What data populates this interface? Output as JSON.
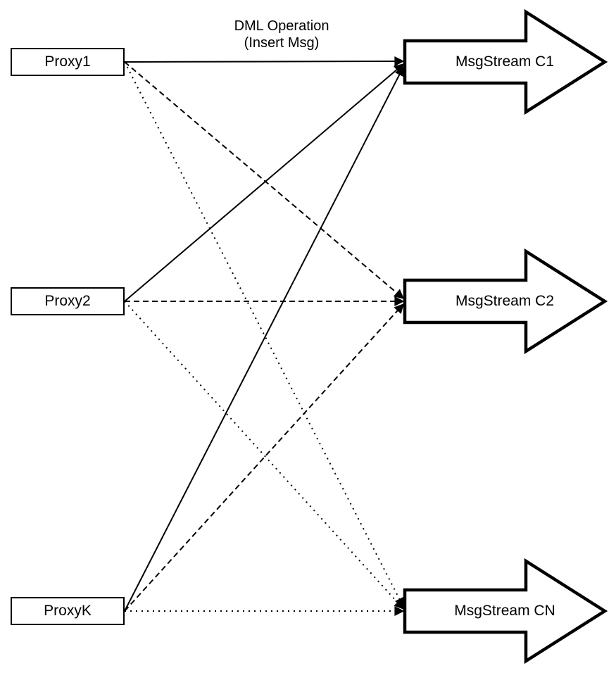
{
  "diagram": {
    "background": "#ffffff",
    "stroke_color": "#000000",
    "annotation": {
      "line1": "DML Operation",
      "line2": "(Insert Msg)"
    },
    "proxies": [
      {
        "id": "proxy1",
        "label": "Proxy1"
      },
      {
        "id": "proxy2",
        "label": "Proxy2"
      },
      {
        "id": "proxyk",
        "label": "ProxyK"
      }
    ],
    "streams": [
      {
        "id": "c1",
        "label": "MsgStream C1"
      },
      {
        "id": "c2",
        "label": "MsgStream C2"
      },
      {
        "id": "cn",
        "label": "MsgStream CN"
      }
    ],
    "connections": [
      {
        "from": "Proxy1",
        "to": "MsgStream C1",
        "line_style": "solid"
      },
      {
        "from": "Proxy2",
        "to": "MsgStream C1",
        "line_style": "solid"
      },
      {
        "from": "ProxyK",
        "to": "MsgStream C1",
        "line_style": "solid"
      },
      {
        "from": "Proxy1",
        "to": "MsgStream C2",
        "line_style": "dashed"
      },
      {
        "from": "Proxy2",
        "to": "MsgStream C2",
        "line_style": "dashed"
      },
      {
        "from": "ProxyK",
        "to": "MsgStream C2",
        "line_style": "dashed"
      },
      {
        "from": "Proxy1",
        "to": "MsgStream CN",
        "line_style": "dotted"
      },
      {
        "from": "Proxy2",
        "to": "MsgStream CN",
        "line_style": "dotted"
      },
      {
        "from": "ProxyK",
        "to": "MsgStream CN",
        "line_style": "dotted"
      }
    ]
  }
}
